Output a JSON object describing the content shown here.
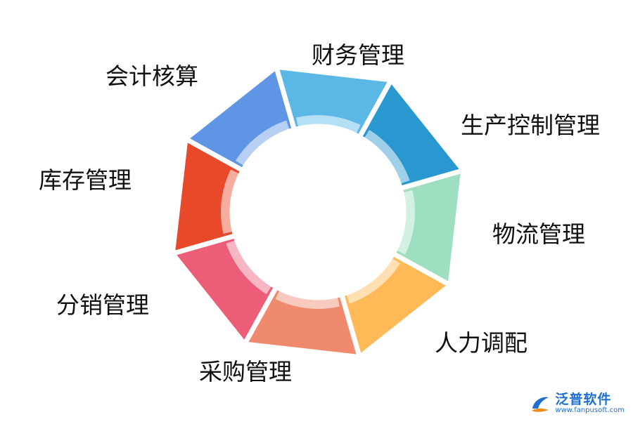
{
  "segments": [
    {
      "label": "财务管理",
      "color": "#5BB8E6"
    },
    {
      "label": "生产控制管理",
      "color": "#2A98D0"
    },
    {
      "label": "物流管理",
      "color": "#9EDFC2"
    },
    {
      "label": "人力调配",
      "color": "#FFBA57"
    },
    {
      "label": "采购管理",
      "color": "#EF8A6E"
    },
    {
      "label": "分销管理",
      "color": "#EC5E78"
    },
    {
      "label": "库存管理",
      "color": "#E8492A"
    },
    {
      "label": "会计核算",
      "color": "#5F95E5"
    }
  ],
  "logo": {
    "name": "泛普软件",
    "url": "www.fanpusoft.com",
    "color": "#1F6FD1",
    "icon": "fanpu-logo-icon"
  }
}
